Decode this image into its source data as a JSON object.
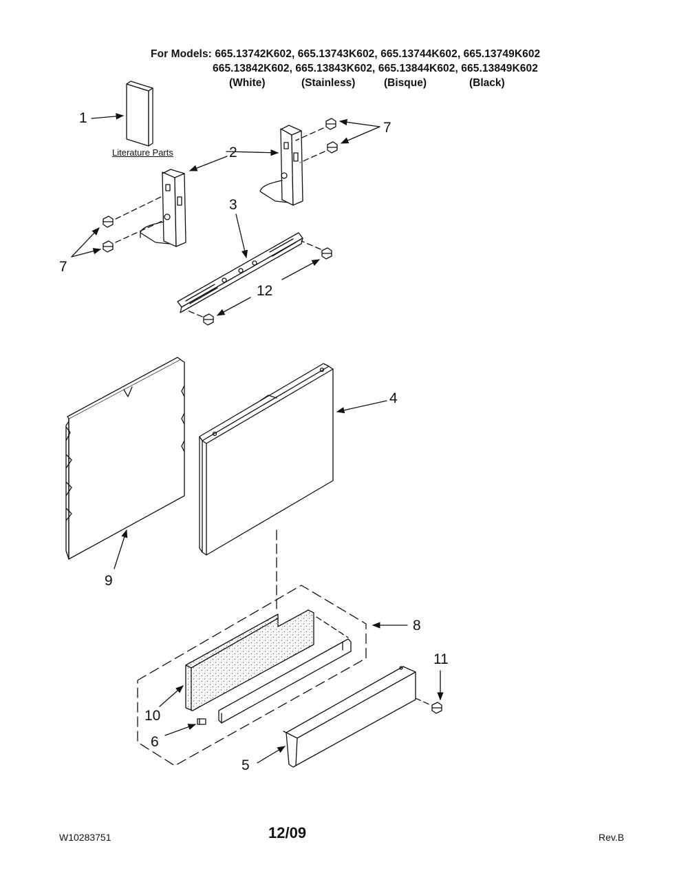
{
  "header": {
    "line1": "For Models: 665.13742K602, 665.13743K602, 665.13744K602, 665.13749K602",
    "line2": "665.13842K602, 665.13843K602, 665.13844K602, 665.13849K602",
    "colors": [
      "(White)",
      "(Stainless)",
      "(Bisque)",
      "(Black)"
    ]
  },
  "literature_label": "Literature Parts",
  "callouts": {
    "c1": "1",
    "c2": "2",
    "c3": "3",
    "c4": "4",
    "c5": "5",
    "c6": "6",
    "c7a": "7",
    "c7b": "7",
    "c8": "8",
    "c9": "9",
    "c10": "10",
    "c11": "11",
    "c12": "12"
  },
  "footer": {
    "doc_number": "W10283751",
    "date": "12/09",
    "revision": "Rev.B"
  }
}
